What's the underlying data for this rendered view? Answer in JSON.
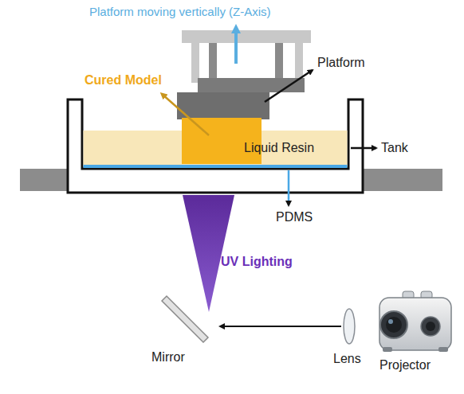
{
  "diagram": {
    "labels": [
      "Platform moving vertically (Z-Axis)",
      "Platform",
      "Cured Model",
      "Liquid Resin",
      "Tank",
      "PDMS",
      "UV Lighting",
      "Mirror",
      "Lens",
      "Projector"
    ]
  }
}
